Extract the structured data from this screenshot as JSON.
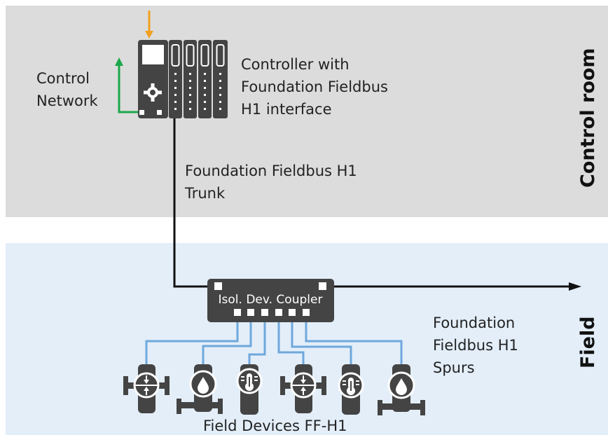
{
  "zones": {
    "control_room": {
      "label": "Control room",
      "color": "#dcdcdc"
    },
    "field": {
      "label": "Field",
      "color": "#e3eef9"
    }
  },
  "labels": {
    "control_network": [
      "Control",
      "Network"
    ],
    "controller": [
      "Controller with",
      "Foundation Fieldbus",
      "H1 interface"
    ],
    "trunk": [
      "Foundation Fieldbus H1",
      "Trunk"
    ],
    "spurs": [
      "Foundation",
      "Fieldbus H1",
      "Spurs"
    ],
    "coupler": "Isol. Dev. Coupler",
    "field_devices": "Field Devices FF-H1"
  },
  "devices": [
    {
      "type": "flow",
      "icon": "flow-meter-icon"
    },
    {
      "type": "level",
      "icon": "drop-icon"
    },
    {
      "type": "temperature",
      "icon": "thermometer-icon"
    },
    {
      "type": "flow",
      "icon": "flow-meter-icon"
    },
    {
      "type": "temperature",
      "icon": "thermometer-icon"
    },
    {
      "type": "level",
      "icon": "drop-icon"
    }
  ],
  "colors": {
    "device_body": "#444444",
    "spur_line": "#6fa8dc",
    "trunk_line": "#111111",
    "power_arrow": "#f0a020",
    "network_arrow": "#1aa84a"
  }
}
